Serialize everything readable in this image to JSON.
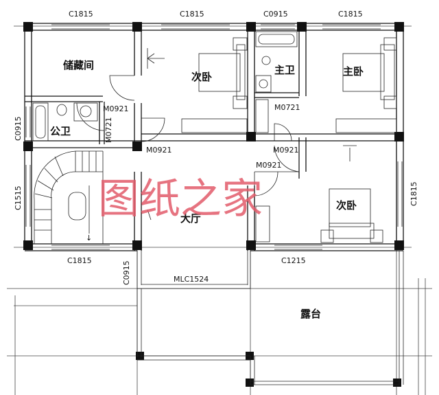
{
  "rooms": {
    "storage": "储藏间",
    "second_bed_top": "次卧",
    "master_bath": "主卫",
    "master_bed": "主卧",
    "public_bath": "公卫",
    "hall": "大厅",
    "second_bed_right": "次卧",
    "terrace": "露台"
  },
  "codes": {
    "c1815_a": "C1815",
    "c1815_b": "C1815",
    "c0915_top": "C0915",
    "c1815_c": "C1815",
    "c0915_left": "C0915",
    "m0921_a": "M0921",
    "m0721_left": "M0721",
    "m0721_right": "M0721",
    "m0921_b": "M0921",
    "m0921_c": "M0921",
    "m0921_d": "M0921",
    "c1515": "C1515",
    "c1815_right": "C1815",
    "c1815_bottom": "C1815",
    "c1215": "C1215",
    "c0915_bottom": "C0915",
    "mlc1524": "MLC1524"
  },
  "watermark": "图纸之家",
  "stair_arrow_symbol": "↓"
}
